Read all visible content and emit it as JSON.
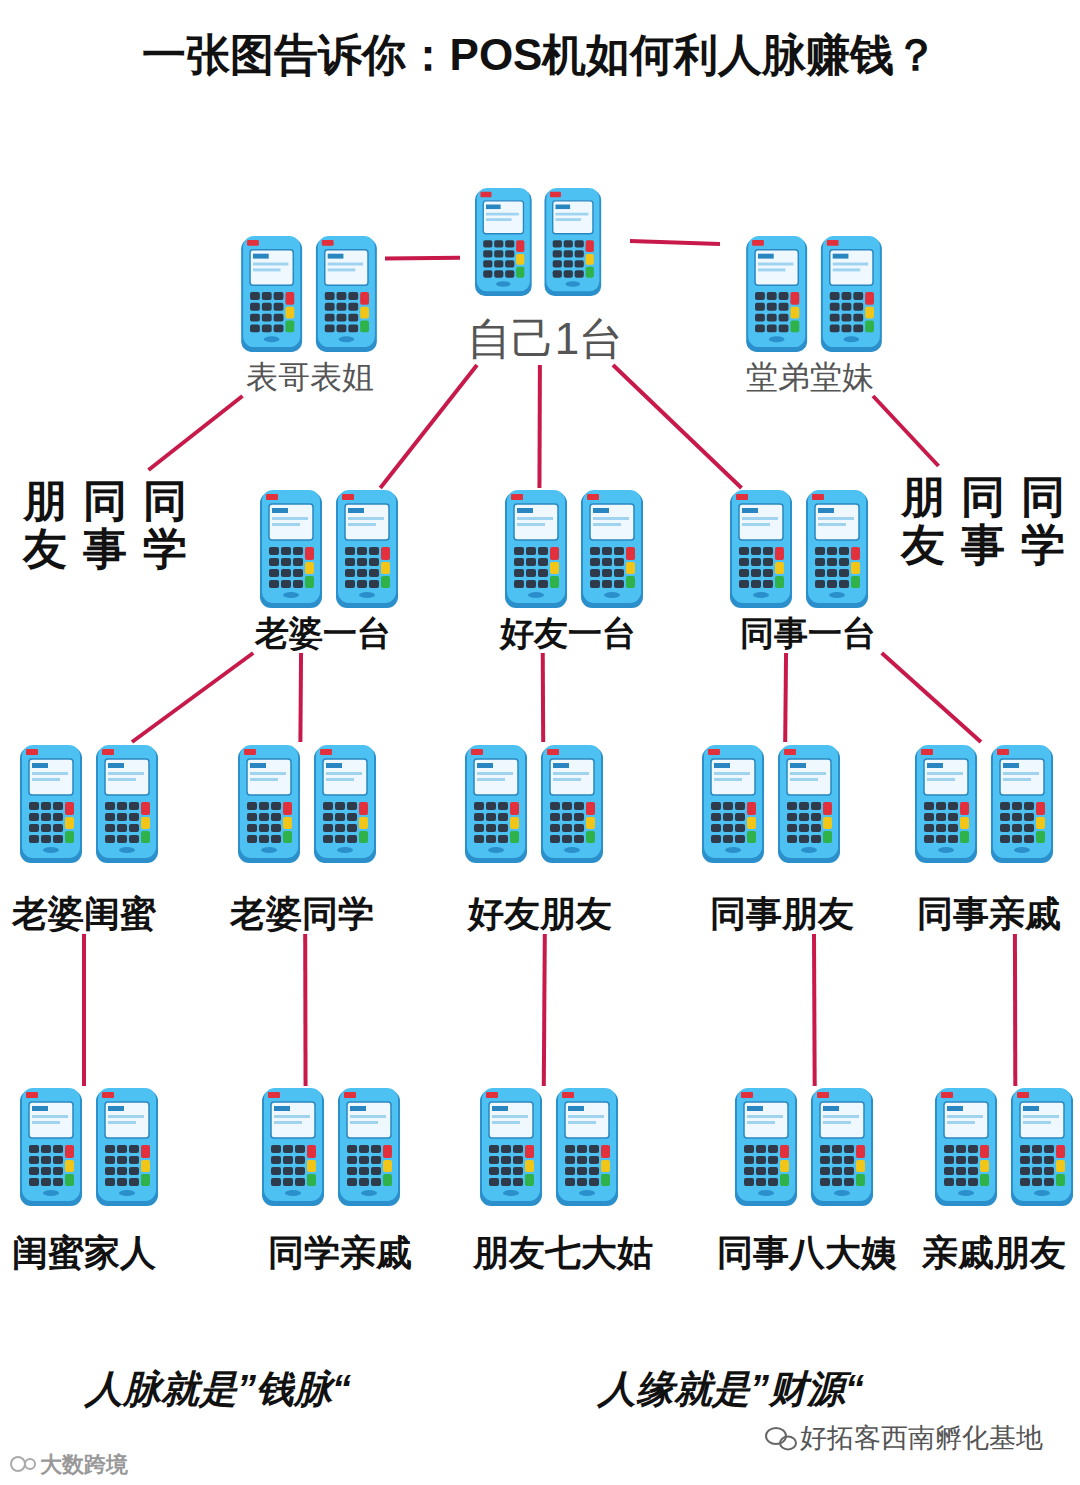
{
  "diagram": {
    "title": "一张图告诉你：POS机如何利人脉赚钱？",
    "nodes": [
      {
        "text": [
          "自己1台"
        ]
      },
      {
        "text": [
          "表哥表姐"
        ]
      },
      {
        "text": [
          "堂弟堂妹"
        ]
      },
      {
        "text": [
          "朋友",
          "同事",
          "同学"
        ]
      },
      {
        "text": [
          "老婆一台"
        ]
      },
      {
        "text": [
          "好友一台"
        ]
      },
      {
        "text": [
          "同事一台"
        ]
      },
      {
        "text": [
          "朋友",
          "同事",
          "同学"
        ]
      },
      {
        "text": [
          "老婆闺蜜"
        ]
      },
      {
        "text": [
          "老婆同学"
        ]
      },
      {
        "text": [
          "好友朋友"
        ]
      },
      {
        "text": [
          "同事朋友"
        ]
      },
      {
        "text": [
          "同事亲戚"
        ]
      },
      {
        "text": [
          "闺蜜家人"
        ]
      },
      {
        "text": [
          "同学亲戚"
        ]
      },
      {
        "text": [
          "朋友七大姑"
        ]
      },
      {
        "text": [
          "同事八大姨"
        ]
      },
      {
        "text": [
          "亲戚朋友"
        ]
      }
    ],
    "edges": [
      {
        "from": 0,
        "to": 1,
        "arrow": "none"
      },
      {
        "from": 0,
        "to": 2,
        "arrow": "none"
      },
      {
        "from": 1,
        "to": 3,
        "arrow": "none"
      },
      {
        "from": 2,
        "to": 7,
        "arrow": "none"
      },
      {
        "from": 0,
        "to": 4,
        "arrow": "none"
      },
      {
        "from": 0,
        "to": 5,
        "arrow": "none"
      },
      {
        "from": 0,
        "to": 6,
        "arrow": "none"
      },
      {
        "from": 4,
        "to": 8,
        "arrow": "none"
      },
      {
        "from": 4,
        "to": 9,
        "arrow": "none"
      },
      {
        "from": 5,
        "to": 10,
        "arrow": "none"
      },
      {
        "from": 6,
        "to": 11,
        "arrow": "none"
      },
      {
        "from": 6,
        "to": 12,
        "arrow": "none"
      },
      {
        "from": 8,
        "to": 13,
        "arrow": "none"
      },
      {
        "from": 9,
        "to": 14,
        "arrow": "none"
      },
      {
        "from": 10,
        "to": 15,
        "arrow": "none"
      },
      {
        "from": 11,
        "to": 16,
        "arrow": "none"
      },
      {
        "from": 12,
        "to": 17,
        "arrow": "none"
      }
    ],
    "labels": [
      "人脉就是”钱脉“",
      "人缘就是”财源“",
      "好拓客西南孵化基地",
      "大数跨境"
    ]
  }
}
